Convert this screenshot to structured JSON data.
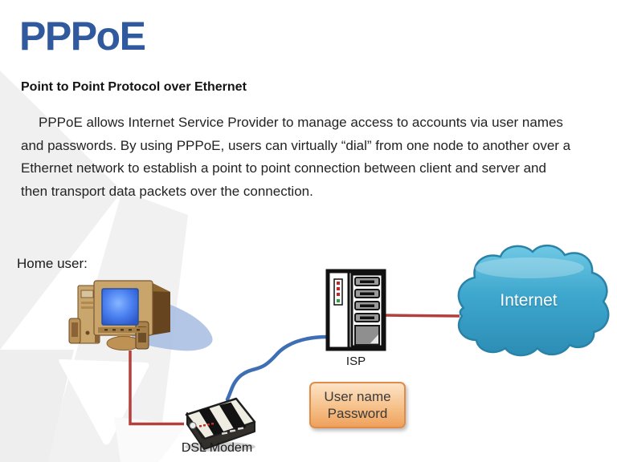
{
  "slide": {
    "title": "PPPoE",
    "subtitle": "Point to Point Protocol over Ethernet",
    "paragraph_lines": [
      "PPPoE allows Internet Service Provider to manage access to accounts via user names",
      "and passwords. By using PPPoE, users can virtually “dial” from one node to another over a",
      "Ethernet network to establish a point to point connection between client and server and",
      "then transport data packets over the connection."
    ]
  },
  "diagram": {
    "home_user_label": "Home user:",
    "dsl_modem_label": "DSL Modem",
    "isp_label": "ISP",
    "internet_label": "Internet",
    "credentials": {
      "line1": "User name",
      "line2": "Password"
    },
    "icons": {
      "home_computer": "desktop-computer-icon",
      "modem": "dsl-modem-icon",
      "isp": "server-rack-icon",
      "internet": "cloud-shape"
    }
  },
  "colors": {
    "title_blue": "#315A9E",
    "cable_red": "#B2413D",
    "cable_blue": "#3E6FB4",
    "cloud_fill": "#3EA7CD",
    "cloud_border": "#2A83A6",
    "credentials_border": "#DD8C49",
    "credentials_fill": "#F6C18A",
    "screen_blue": "#4A7FF0"
  }
}
